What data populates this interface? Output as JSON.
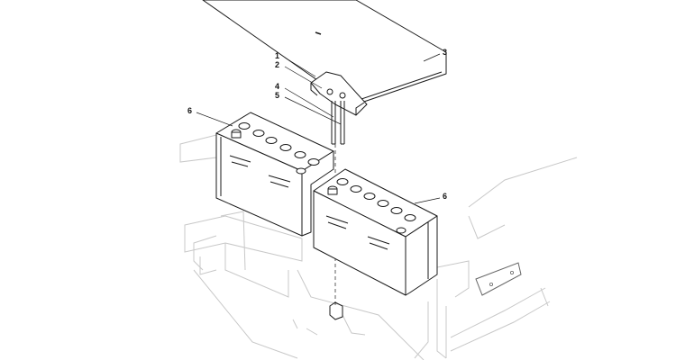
{
  "diagram": {
    "callouts": {
      "c1": "1",
      "c2": "2",
      "c3": "3",
      "c4": "4",
      "c5": "5",
      "c6_left": "6",
      "c6_right": "6"
    },
    "colors": {
      "part_stroke": "#1a1a1a",
      "frame_stroke": "#c8c8c8",
      "background": "#ffffff"
    }
  }
}
